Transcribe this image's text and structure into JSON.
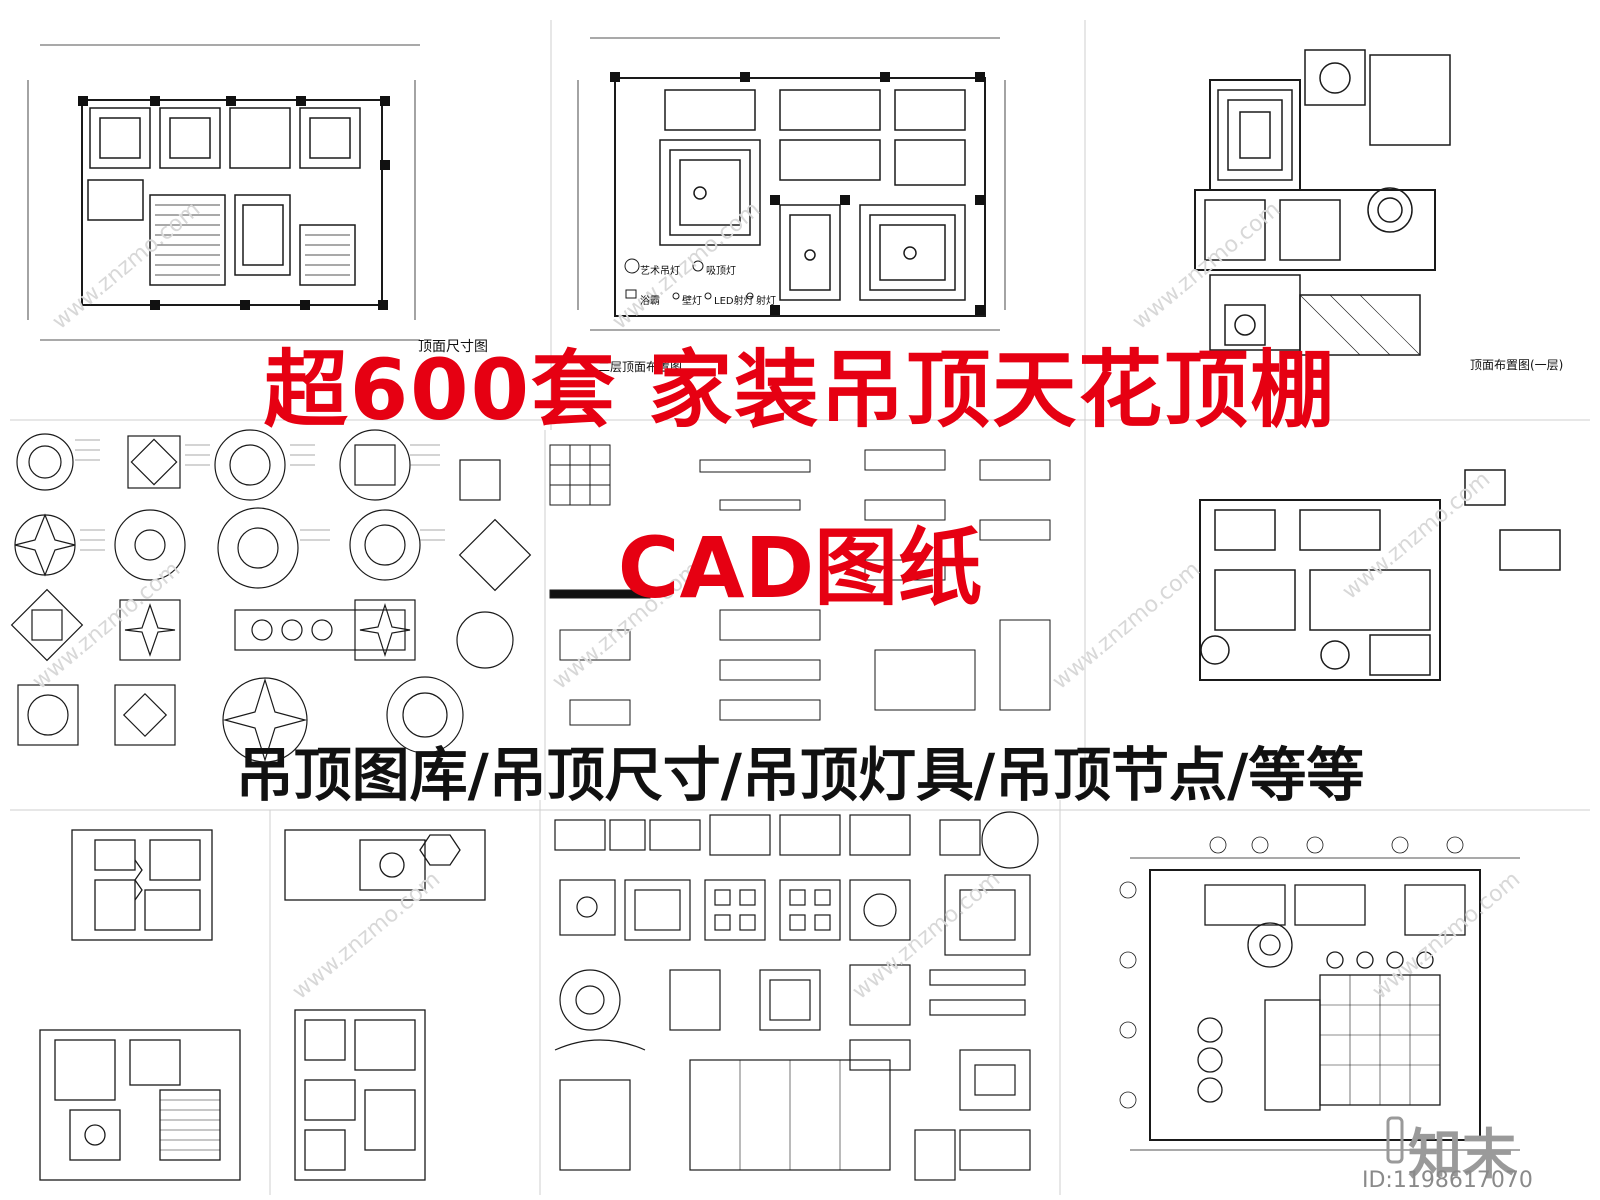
{
  "headline": {
    "line1": "超600套 家装吊顶天花顶棚",
    "line2": "CAD图纸"
  },
  "subtitle": "吊顶图库/吊顶尺寸/吊顶灯具/吊顶节点/等等",
  "drawing_labels": {
    "plan_1": "顶面尺寸图",
    "plan_2": "二层顶面布置图",
    "plan_3": "顶面布置图(一层)"
  },
  "legend": {
    "item1": "艺术吊灯",
    "item2": "吸顶灯",
    "item3": "浴霸",
    "item4": "壁灯",
    "item5": "LED射灯",
    "item6": "射灯"
  },
  "watermark": {
    "brand": "知末",
    "id_text": "ID:1198617070",
    "url": "www.znzmo.com"
  },
  "colors": {
    "headline": "#e60012",
    "subtitle": "#111111",
    "line_art": "#1a1a1a"
  }
}
